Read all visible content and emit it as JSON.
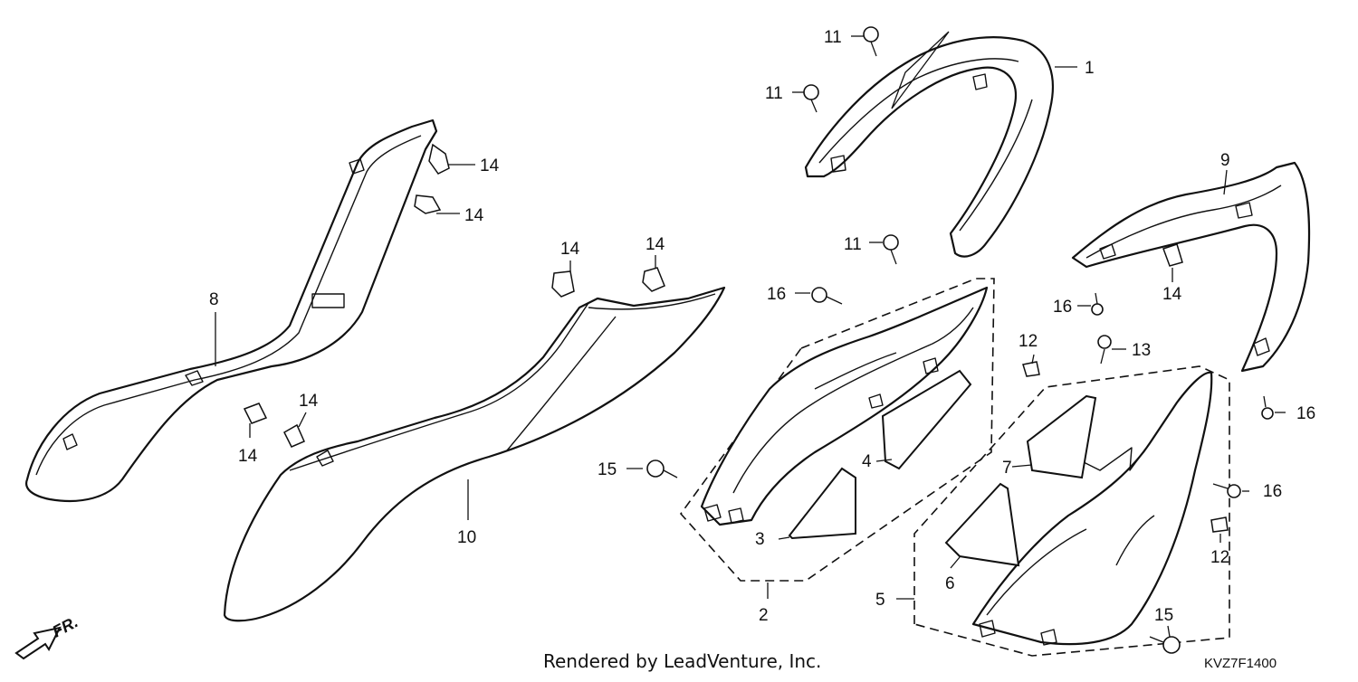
{
  "diagram": {
    "callouts": [
      {
        "id": "c1",
        "text": "1"
      },
      {
        "id": "c2",
        "text": "2"
      },
      {
        "id": "c3",
        "text": "3"
      },
      {
        "id": "c4",
        "text": "4"
      },
      {
        "id": "c5",
        "text": "5"
      },
      {
        "id": "c6",
        "text": "6"
      },
      {
        "id": "c7",
        "text": "7"
      },
      {
        "id": "c8",
        "text": "8"
      },
      {
        "id": "c9",
        "text": "9"
      },
      {
        "id": "c10",
        "text": "10"
      },
      {
        "id": "c11a",
        "text": "11"
      },
      {
        "id": "c11b",
        "text": "11"
      },
      {
        "id": "c11c",
        "text": "11"
      },
      {
        "id": "c12a",
        "text": "12"
      },
      {
        "id": "c12b",
        "text": "12"
      },
      {
        "id": "c13",
        "text": "13"
      },
      {
        "id": "c14a",
        "text": "14"
      },
      {
        "id": "c14b",
        "text": "14"
      },
      {
        "id": "c14c",
        "text": "14"
      },
      {
        "id": "c14d",
        "text": "14"
      },
      {
        "id": "c14e",
        "text": "14"
      },
      {
        "id": "c14f",
        "text": "14"
      },
      {
        "id": "c14g",
        "text": "14"
      },
      {
        "id": "c15a",
        "text": "15"
      },
      {
        "id": "c15b",
        "text": "15"
      },
      {
        "id": "c16a",
        "text": "16"
      },
      {
        "id": "c16b",
        "text": "16"
      },
      {
        "id": "c16c",
        "text": "16"
      },
      {
        "id": "c16d",
        "text": "16"
      }
    ],
    "front_indicator": "FR.",
    "credit": "Rendered by LeadVenture, Inc.",
    "diagram_code": "KVZ7F1400"
  }
}
